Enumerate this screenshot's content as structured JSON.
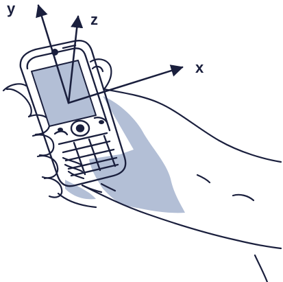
{
  "axes": {
    "x_label": "x",
    "y_label": "y",
    "z_label": "z"
  },
  "colors": {
    "ink": "#1a1f3d",
    "screen_fill": "#b3bfd6",
    "shadow_fill": "#b3bfd6",
    "background": "#ffffff"
  },
  "icons": [
    "phone-icon",
    "hand-icon",
    "arrow-icon"
  ]
}
